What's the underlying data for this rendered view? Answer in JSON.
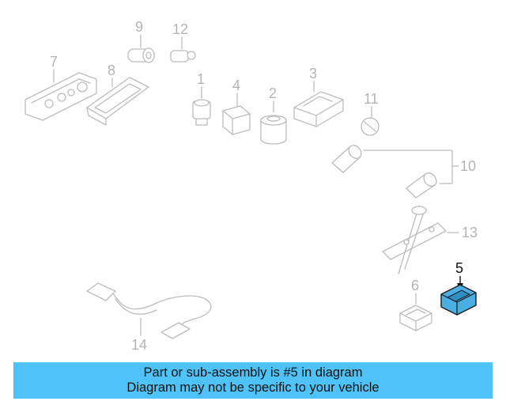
{
  "diagram": {
    "callouts": [
      "1",
      "2",
      "3",
      "4",
      "5",
      "6",
      "7",
      "8",
      "9",
      "10",
      "11",
      "12",
      "13",
      "14"
    ],
    "highlight_color": "#4aaee3",
    "highlight_stroke": "#1b1b1b"
  },
  "banner": {
    "line1": "Part or sub-assembly is #5 in diagram",
    "line2": "Diagram may not be specific to your vehicle",
    "background": "#4fc3f7"
  }
}
